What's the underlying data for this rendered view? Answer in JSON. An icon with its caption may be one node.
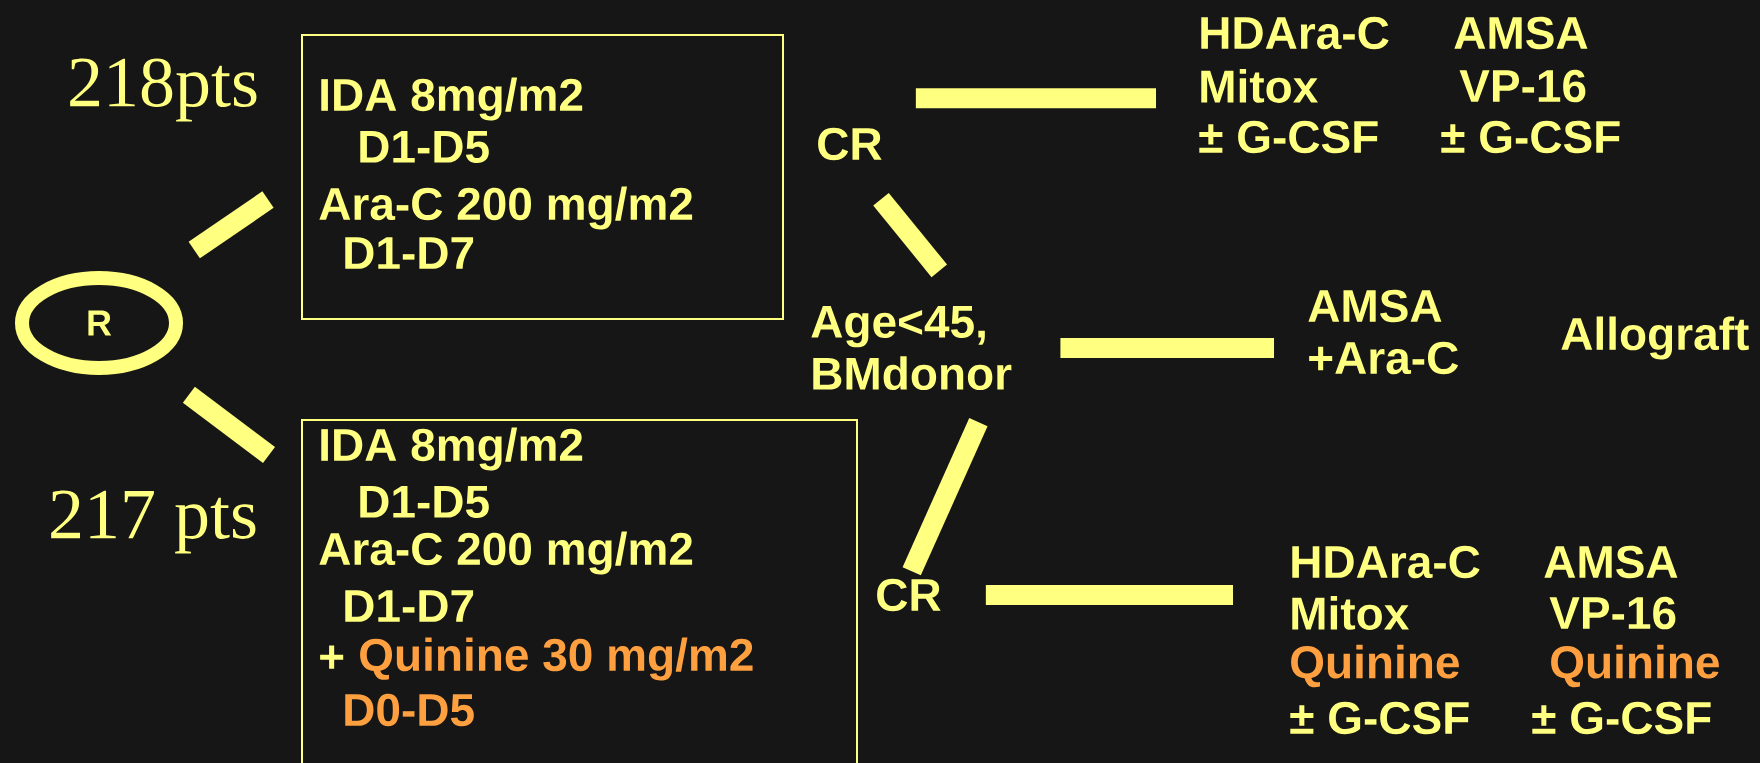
{
  "diagram": {
    "nodes": [
      {
        "text": [
          "R"
        ]
      },
      {
        "text": [
          "IDA 8mg/m2",
          "D1-D5",
          "Ara-C 200 mg/m2",
          "D1-D7"
        ]
      },
      {
        "text": [
          "IDA 8mg/m2",
          "D1-D5",
          "Ara-C 200 mg/m2",
          "D1-D7",
          "+",
          "Quinine 30 mg/m2",
          "D0-D5"
        ]
      },
      {
        "text": [
          "CR"
        ]
      },
      {
        "text": [
          "HDAra-C",
          "AMSA",
          "Mitox",
          "VP-16",
          "± G-CSF",
          "± G-CSF"
        ]
      },
      {
        "text": [
          "Age<45, BMdonor"
        ]
      },
      {
        "text": [
          "AMSA +Ara-C"
        ]
      },
      {
        "text": [
          "CR"
        ]
      },
      {
        "text": [
          "HDAra-C",
          "AMSA",
          "Mitox",
          "VP-16",
          "Quinine",
          "Quinine",
          "± G-CSF",
          "± G-CSF"
        ]
      }
    ],
    "edges": [
      {
        "from": 0,
        "to": 1,
        "arrow": "none"
      },
      {
        "from": 0,
        "to": 2,
        "arrow": "none"
      },
      {
        "from": 3,
        "to": 4,
        "arrow": "none"
      },
      {
        "from": 3,
        "to": 5,
        "arrow": "none"
      },
      {
        "from": 5,
        "to": 6,
        "arrow": "none"
      },
      {
        "from": 5,
        "to": 7,
        "arrow": "none"
      },
      {
        "from": 7,
        "to": 8,
        "arrow": "none"
      }
    ],
    "labels": [
      "218pts",
      "217 pts",
      "Allograft"
    ]
  }
}
